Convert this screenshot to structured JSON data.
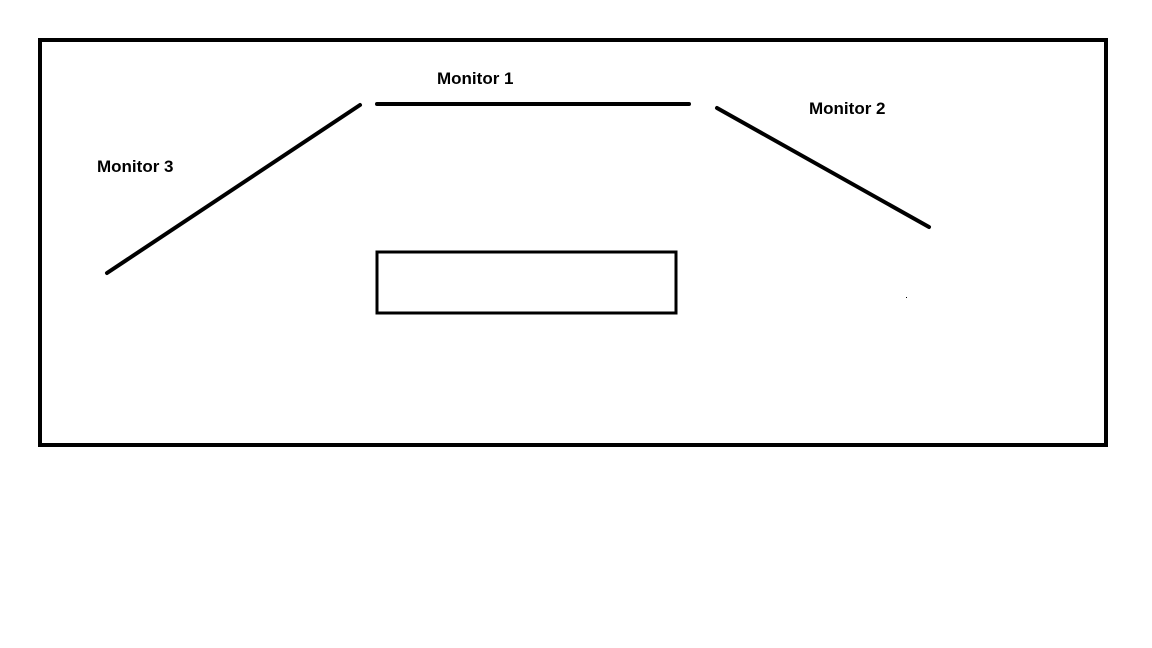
{
  "labels": {
    "monitor_1": "Monitor 1",
    "monitor_2": "Monitor 2",
    "monitor_3": "Monitor 3"
  },
  "colors": {
    "stroke": "#000000",
    "background": "#ffffff"
  }
}
